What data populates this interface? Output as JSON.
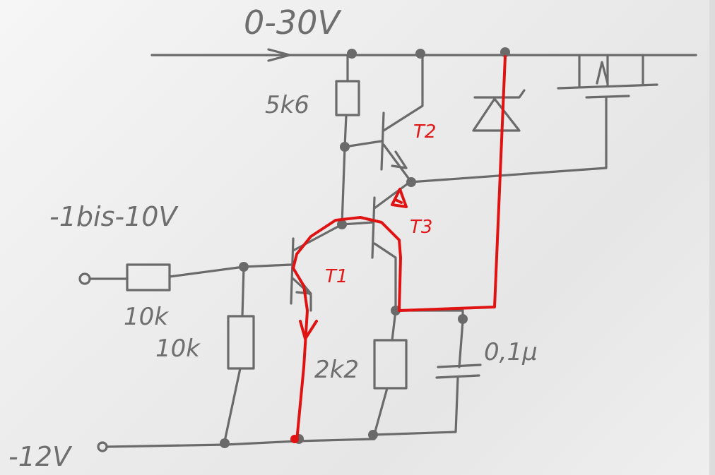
{
  "title": "0-30V",
  "labels": {
    "input_range": "-1bis-10V",
    "supply_neg": "-12V",
    "r_collector": "5k6",
    "r_series": "10k",
    "r_shunt": "10k",
    "r_emitter": "2k2",
    "capacitor": "0,1µ",
    "t1": "T1",
    "t2": "T2",
    "t3": "T3"
  },
  "colors": {
    "ink": "#6a6a6a",
    "highlight": "#e01212"
  }
}
